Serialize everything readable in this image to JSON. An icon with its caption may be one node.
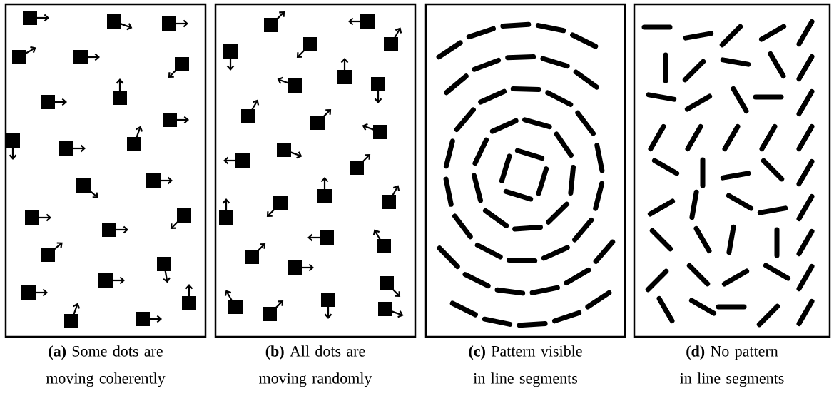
{
  "diagram": {
    "labels": [
      "**(a)** Some dots are moving coherently",
      "**(b)** All dots are moving randomly",
      "**(c)** Pattern visible in line segments",
      "**(d)** No pattern in line segments"
    ]
  }
}
